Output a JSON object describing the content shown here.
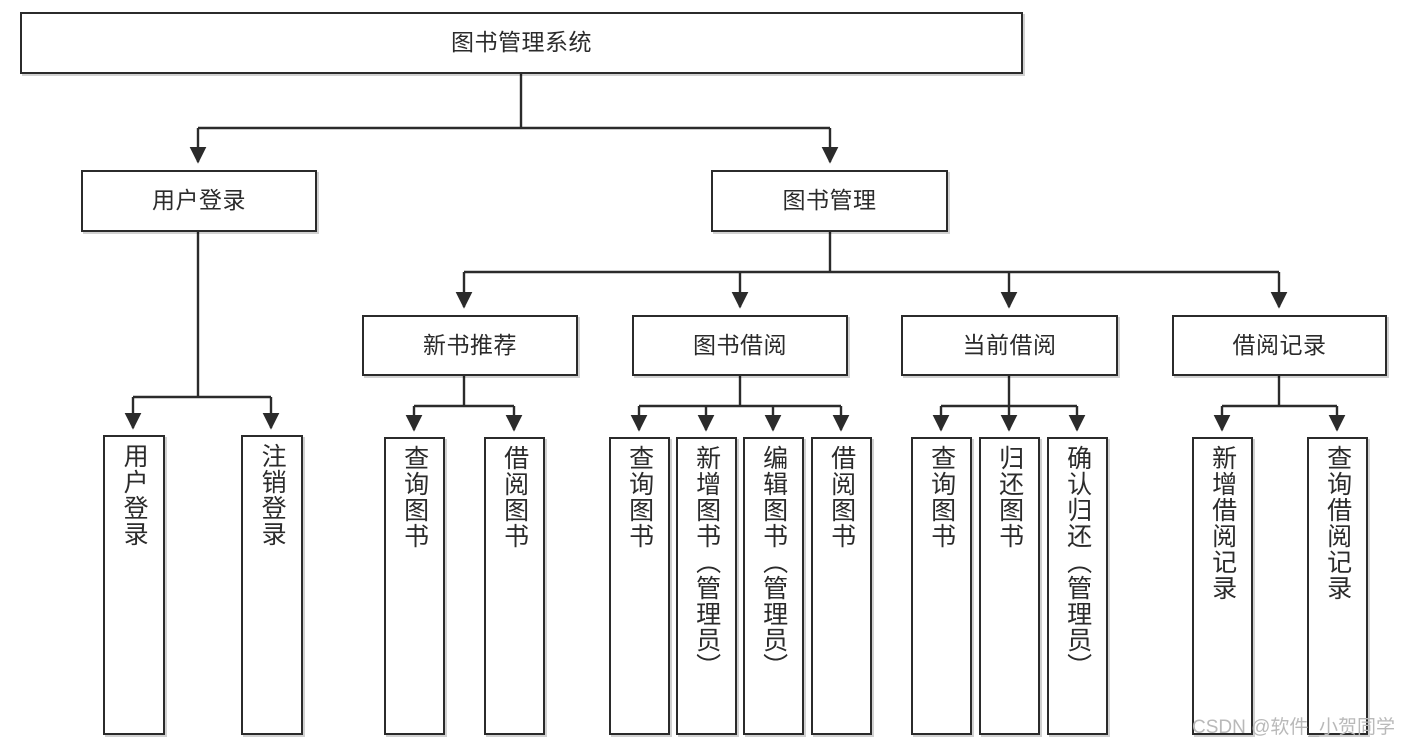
{
  "diagram": {
    "title": "图书管理系统",
    "type": "hierarchy-tree",
    "watermark": "CSDN @软件_小贺同学",
    "colors": {
      "stroke": "#2b2b2b",
      "fill": "#ffffff",
      "watermark": "#b9b9b9"
    },
    "levels": {
      "root": {
        "label": "图书管理系统"
      },
      "level2": [
        {
          "id": "user-login",
          "label": "用户登录"
        },
        {
          "id": "book-management",
          "label": "图书管理"
        }
      ],
      "level3": [
        {
          "id": "new-book-recommend",
          "label": "新书推荐"
        },
        {
          "id": "book-borrow",
          "label": "图书借阅"
        },
        {
          "id": "current-borrow",
          "label": "当前借阅"
        },
        {
          "id": "borrow-record",
          "label": "借阅记录"
        }
      ],
      "leaves": {
        "user-login": [
          {
            "id": "leaf-user-login",
            "label": "用户登录"
          },
          {
            "id": "leaf-logout-login",
            "label": "注销登录"
          }
        ],
        "new-book-recommend": [
          {
            "id": "leaf-query-book-1",
            "label": "查询图书"
          },
          {
            "id": "leaf-borrow-book-1",
            "label": "借阅图书"
          }
        ],
        "book-borrow": [
          {
            "id": "leaf-query-book-2",
            "label": "查询图书"
          },
          {
            "id": "leaf-add-book-admin",
            "label": "新增图书（管理员）"
          },
          {
            "id": "leaf-edit-book-admin",
            "label": "编辑图书（管理员）"
          },
          {
            "id": "leaf-borrow-book-2",
            "label": "借阅图书"
          }
        ],
        "current-borrow": [
          {
            "id": "leaf-query-book-3",
            "label": "查询图书"
          },
          {
            "id": "leaf-return-book",
            "label": "归还图书"
          },
          {
            "id": "leaf-confirm-return-admin",
            "label": "确认归还（管理员）"
          }
        ],
        "borrow-record": [
          {
            "id": "leaf-add-borrow-record",
            "label": "新增借阅记录"
          },
          {
            "id": "leaf-query-borrow-record",
            "label": "查询借阅记录"
          }
        ]
      }
    }
  }
}
